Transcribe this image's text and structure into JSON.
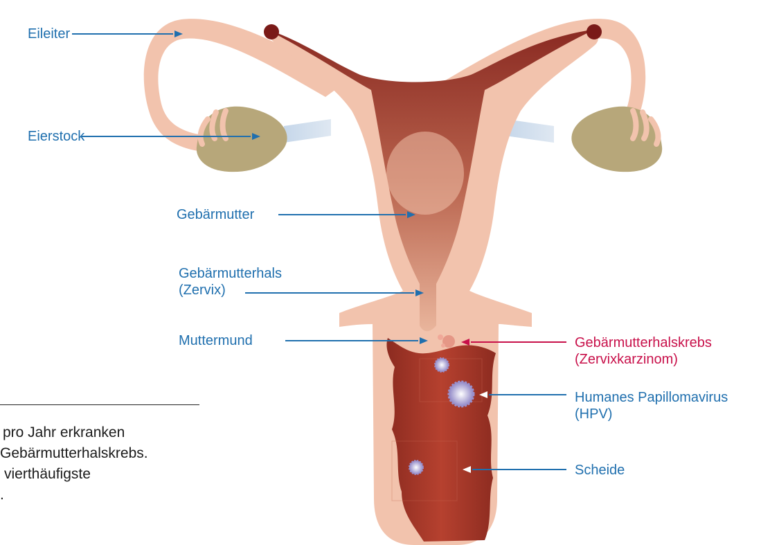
{
  "labels": {
    "eileiter": "Eileiter",
    "eierstock": "Eierstock",
    "gebaermutter": "Gebärmutter",
    "gebaermutterhals_line1": "Gebärmutterhals",
    "gebaermutterhals_line2": "(Zervix)",
    "muttermund": "Muttermund",
    "krebs_line1": "Gebärmutterhalskrebs",
    "krebs_line2": "(Zervixkarzinom)",
    "hpv_line1": "Humanes Papillomavirus",
    "hpv_line2": "(HPV)",
    "scheide": "Scheide"
  },
  "side_text": {
    "line1": "pro Jahr erkranken",
    "line2": "Gebärmutterhalskrebs.",
    "line3": "vierthäufigste",
    "line4": "."
  },
  "colors": {
    "label_blue": "#1f6fae",
    "label_red": "#c8104a",
    "tissue": "#f2c3ad",
    "cavity": "#a0432f",
    "ovary": "#b7a77a"
  }
}
